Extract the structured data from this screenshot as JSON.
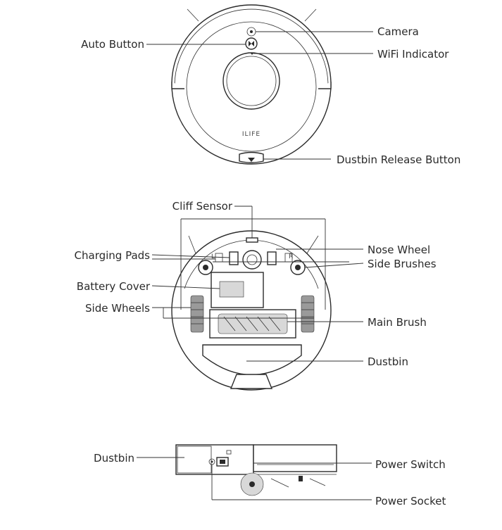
{
  "top_view": {
    "brand_text": "ILIFE",
    "labels": {
      "auto_button": "Auto Button",
      "camera": "Camera",
      "wifi_indicator": "WiFi Indicator",
      "dustbin_release": "Dustbin Release Button"
    }
  },
  "bottom_view": {
    "labels": {
      "cliff_sensor": "Cliff Sensor",
      "charging_pads": "Charging Pads",
      "battery_cover": "Battery Cover",
      "side_wheels": "Side Wheels",
      "nose_wheel": "Nose Wheel",
      "side_brushes": "Side Brushes",
      "main_brush": "Main Brush",
      "dustbin": "Dustbin",
      "wheel_left_mark": "L",
      "wheel_right_mark": "R"
    }
  },
  "side_view": {
    "labels": {
      "dustbin": "Dustbin",
      "power_switch": "Power Switch",
      "power_socket": "Power Socket"
    }
  }
}
